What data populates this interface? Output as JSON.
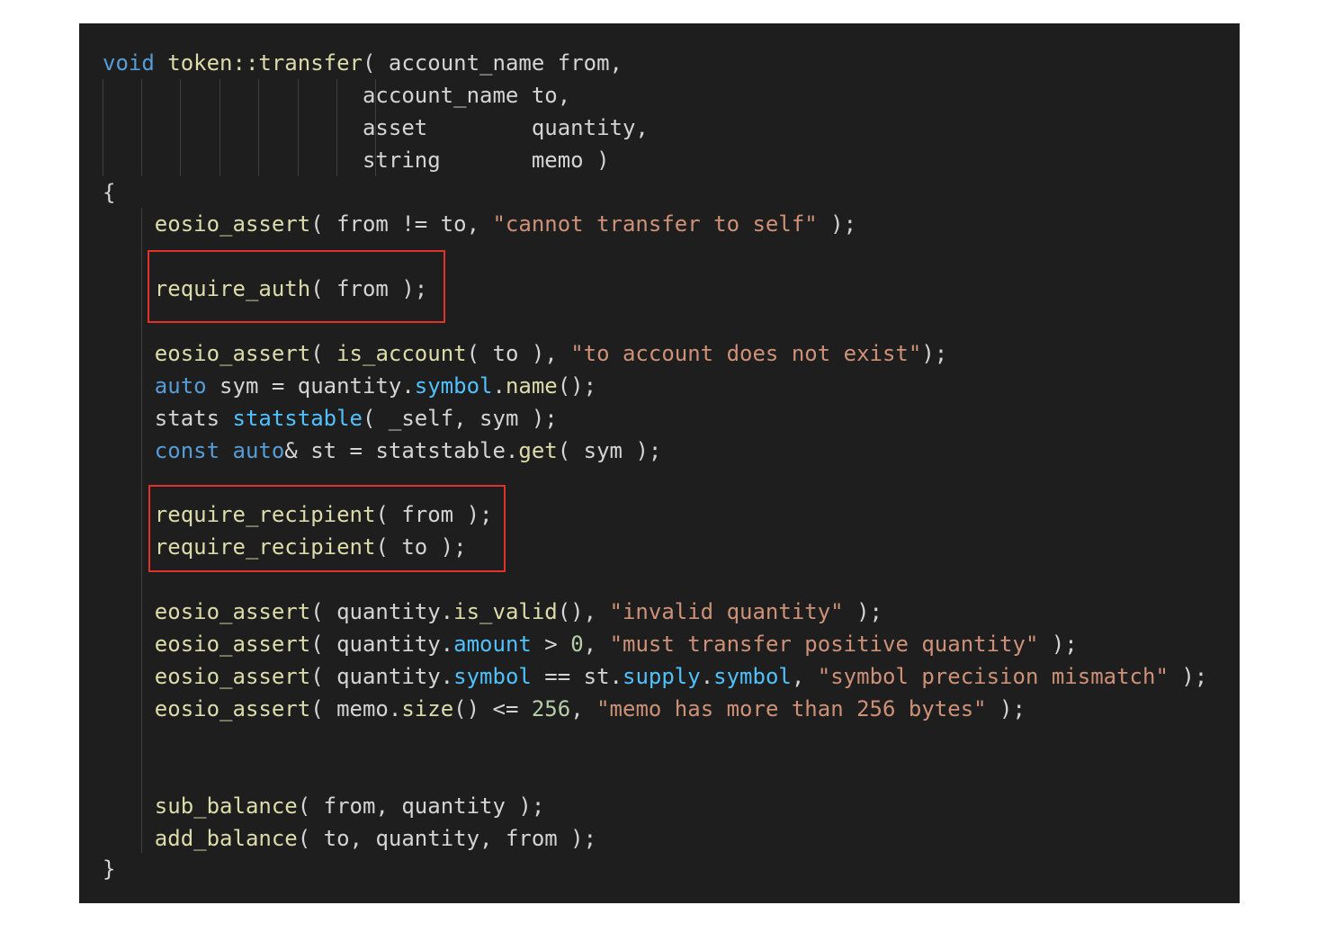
{
  "colors": {
    "background": "#1e1e1e",
    "page": "#ffffff",
    "keyword": "#569cd6",
    "function": "#dcdcaa",
    "property": "#4fc1ff",
    "string": "#ce9178",
    "number": "#b5cea8",
    "plain": "#d4d4d4",
    "indent_guide": "#404040",
    "highlight_box": "#e0312b"
  },
  "code_lines": [
    [
      {
        "t": "void",
        "c": "kw"
      },
      {
        "t": " "
      },
      {
        "t": "token::transfer",
        "c": "fn"
      },
      {
        "t": "( account_name from,"
      }
    ],
    [
      {
        "t": "                    account_name to,"
      }
    ],
    [
      {
        "t": "                    asset        quantity,"
      }
    ],
    [
      {
        "t": "                    string       memo )"
      }
    ],
    [
      {
        "t": "{"
      }
    ],
    [
      {
        "t": "    "
      },
      {
        "t": "eosio_assert",
        "c": "fn"
      },
      {
        "t": "( from != to, "
      },
      {
        "t": "\"cannot transfer to self\"",
        "c": "st"
      },
      {
        "t": " );"
      }
    ],
    [
      {
        "t": "    "
      },
      {
        "t": "require_auth",
        "c": "fn"
      },
      {
        "t": "( from );"
      }
    ],
    [
      {
        "t": "    "
      },
      {
        "t": "eosio_assert",
        "c": "fn"
      },
      {
        "t": "( "
      },
      {
        "t": "is_account",
        "c": "fn"
      },
      {
        "t": "( to ), "
      },
      {
        "t": "\"to account does not exist\"",
        "c": "st"
      },
      {
        "t": ");"
      }
    ],
    [
      {
        "t": "    "
      },
      {
        "t": "auto",
        "c": "kw"
      },
      {
        "t": " sym = quantity."
      },
      {
        "t": "symbol",
        "c": "pr"
      },
      {
        "t": "."
      },
      {
        "t": "name",
        "c": "fn"
      },
      {
        "t": "();"
      }
    ],
    [
      {
        "t": "    stats "
      },
      {
        "t": "statstable",
        "c": "pr"
      },
      {
        "t": "( _self, sym );"
      }
    ],
    [
      {
        "t": "    "
      },
      {
        "t": "const",
        "c": "kw"
      },
      {
        "t": " "
      },
      {
        "t": "auto",
        "c": "kw"
      },
      {
        "t": "& st = statstable."
      },
      {
        "t": "get",
        "c": "fn"
      },
      {
        "t": "( sym );"
      }
    ],
    [
      {
        "t": "    "
      },
      {
        "t": "require_recipient",
        "c": "fn"
      },
      {
        "t": "( from );"
      }
    ],
    [
      {
        "t": "    "
      },
      {
        "t": "require_recipient",
        "c": "fn"
      },
      {
        "t": "( to );"
      }
    ],
    [
      {
        "t": "    "
      },
      {
        "t": "eosio_assert",
        "c": "fn"
      },
      {
        "t": "( quantity."
      },
      {
        "t": "is_valid",
        "c": "fn"
      },
      {
        "t": "(), "
      },
      {
        "t": "\"invalid quantity\"",
        "c": "st"
      },
      {
        "t": " );"
      }
    ],
    [
      {
        "t": "    "
      },
      {
        "t": "eosio_assert",
        "c": "fn"
      },
      {
        "t": "( quantity."
      },
      {
        "t": "amount",
        "c": "pr"
      },
      {
        "t": " > "
      },
      {
        "t": "0",
        "c": "nu"
      },
      {
        "t": ", "
      },
      {
        "t": "\"must transfer positive quantity\"",
        "c": "st"
      },
      {
        "t": " );"
      }
    ],
    [
      {
        "t": "    "
      },
      {
        "t": "eosio_assert",
        "c": "fn"
      },
      {
        "t": "( quantity."
      },
      {
        "t": "symbol",
        "c": "pr"
      },
      {
        "t": " == st."
      },
      {
        "t": "supply",
        "c": "pr"
      },
      {
        "t": "."
      },
      {
        "t": "symbol",
        "c": "pr"
      },
      {
        "t": ", "
      },
      {
        "t": "\"symbol precision mismatch\"",
        "c": "st"
      },
      {
        "t": " );"
      }
    ],
    [
      {
        "t": "    "
      },
      {
        "t": "eosio_assert",
        "c": "fn"
      },
      {
        "t": "( memo."
      },
      {
        "t": "size",
        "c": "fn"
      },
      {
        "t": "() <= "
      },
      {
        "t": "256",
        "c": "nu"
      },
      {
        "t": ", "
      },
      {
        "t": "\"memo has more than 256 bytes\"",
        "c": "st"
      },
      {
        "t": " );"
      }
    ],
    [
      {
        "t": "    "
      },
      {
        "t": "sub_balance",
        "c": "fn"
      },
      {
        "t": "( from, quantity );"
      }
    ],
    [
      {
        "t": "    "
      },
      {
        "t": "add_balance",
        "c": "fn"
      },
      {
        "t": "( to, quantity, from );"
      }
    ],
    [
      {
        "t": "}"
      }
    ]
  ]
}
